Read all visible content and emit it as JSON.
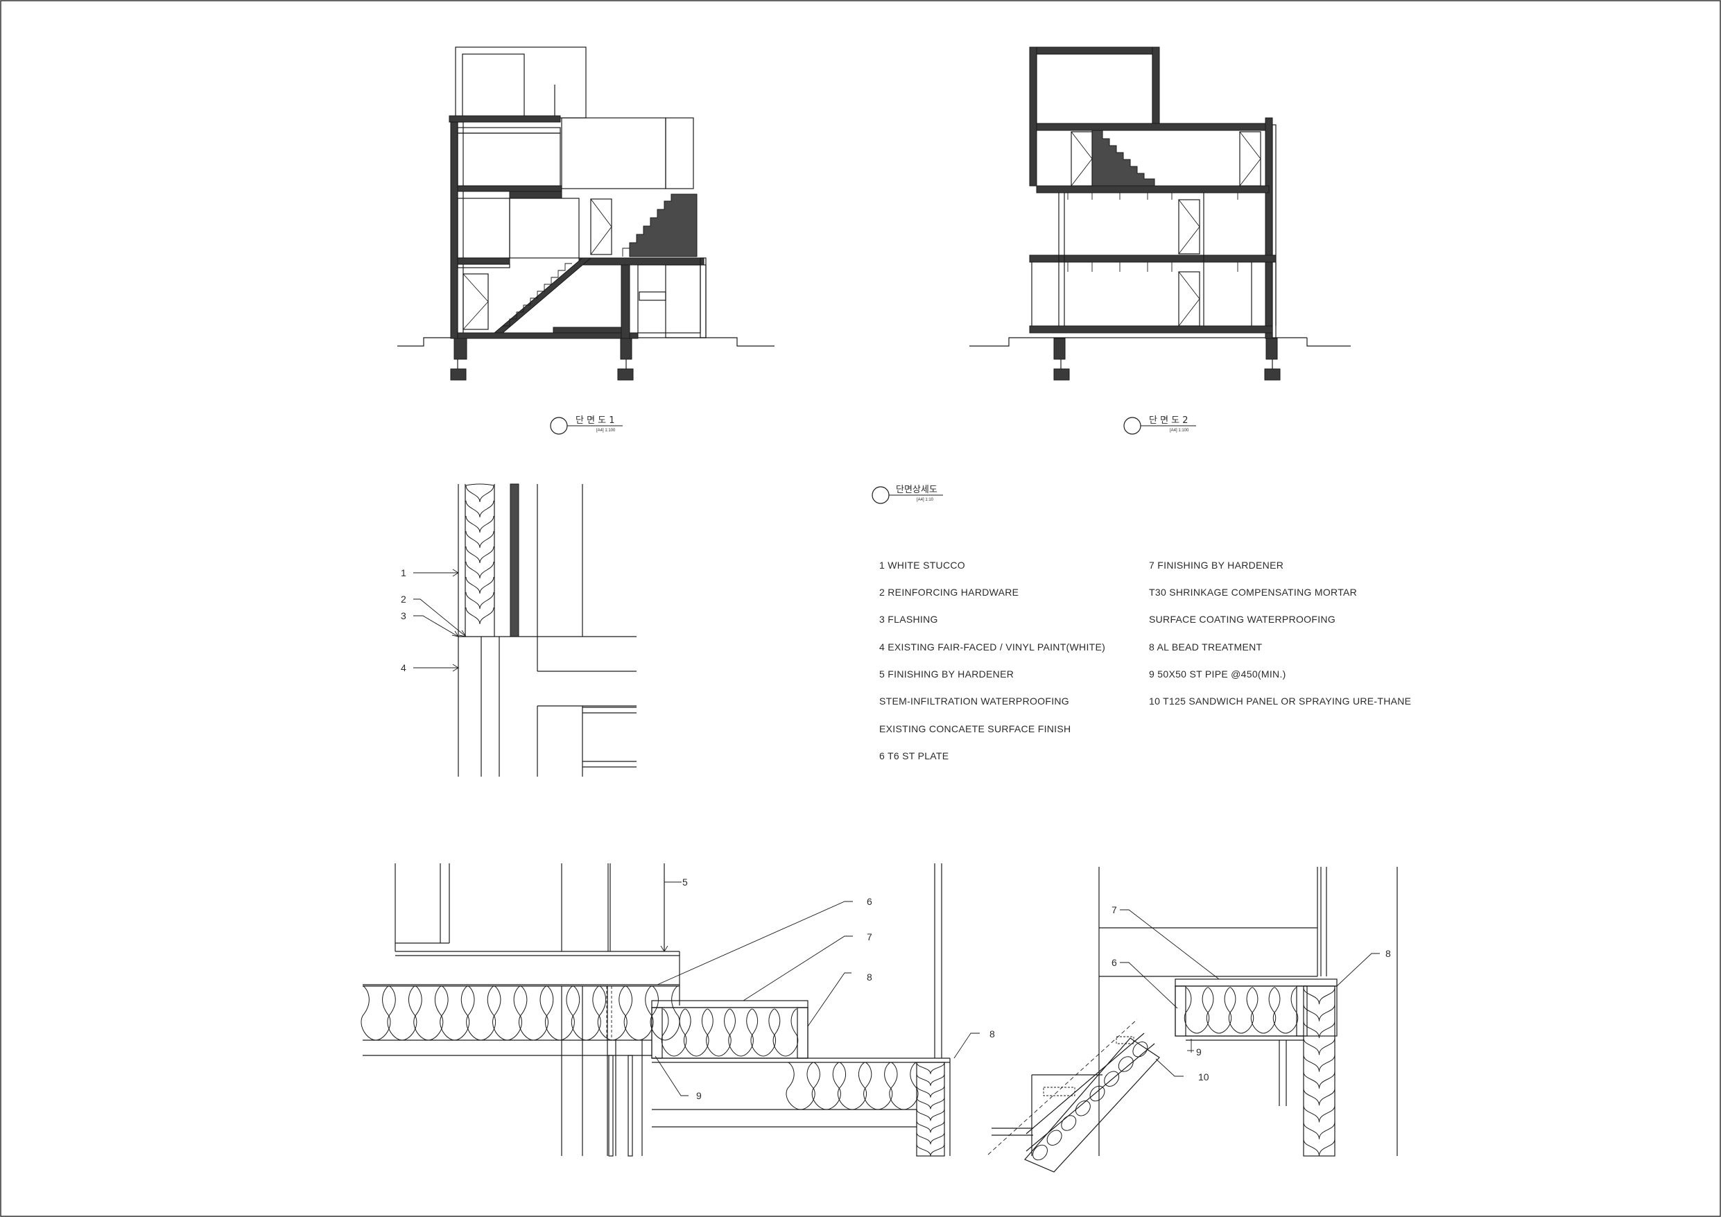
{
  "sheet": {
    "section_1": {
      "title": "단 면 도  1",
      "scale": "[A4] 1:100"
    },
    "section_2": {
      "title": "단 면 도  2",
      "scale": "[A4] 1:100"
    },
    "detail": {
      "title": "단면상세도",
      "scale": "[A4] 1:10"
    }
  },
  "notes": {
    "left": [
      "1  WHITE STUCCO",
      "2  REINFORCING HARDWARE",
      "3  FLASHING",
      "4  EXISTING FAIR-FACED / VINYL PAINT(WHITE)",
      "5  FINISHING BY HARDENER",
      "    STEM-INFILTRATION WATERPROOFING",
      "    EXISTING CONCAETE SURFACE FINISH",
      "6  T6 ST PLATE"
    ],
    "right": [
      "7  FINISHING BY HARDENER",
      "    T30 SHRINKAGE COMPENSATING MORTAR",
      "    SURFACE COATING WATERPROOFING",
      "8  AL BEAD TREATMENT",
      "9  50X50 ST PIPE @450(MIN.)",
      "10 T125 SANDWICH PANEL OR SPRAYING URE-THANE"
    ]
  },
  "callouts": {
    "wall_detail": [
      "1",
      "2",
      "3",
      "4"
    ],
    "floor_detail": [
      "5",
      "6",
      "7",
      "8",
      "8",
      "9"
    ],
    "stair_detail": [
      "7",
      "6",
      "8",
      "9",
      "10"
    ]
  }
}
